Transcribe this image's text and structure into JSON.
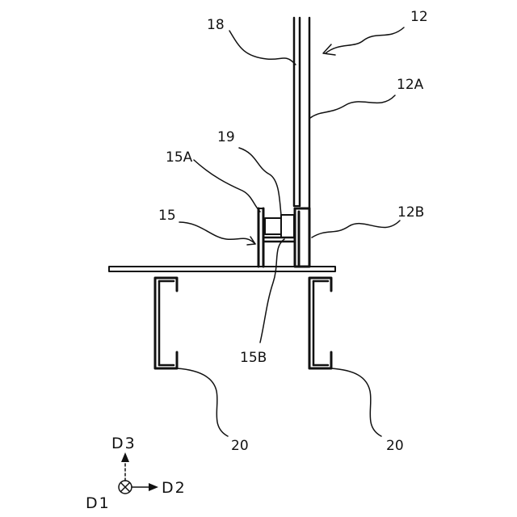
{
  "labels": {
    "panel": "12",
    "panel_upper": "12A",
    "panel_lower": "12B",
    "strip": "18",
    "connector": "19",
    "bracket": "15",
    "bracket_upper": "15A",
    "bracket_lower": "15B",
    "post_left": "20",
    "post_right": "20"
  },
  "axes": {
    "vertical": "D3",
    "horizontal": "D2",
    "depth": "D1"
  }
}
